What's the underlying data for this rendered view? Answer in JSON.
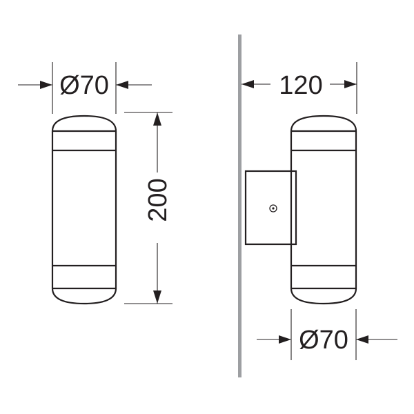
{
  "dimensions": {
    "front_diameter": "Ø70",
    "front_height": "200",
    "side_depth": "120",
    "side_diameter": "Ø70"
  },
  "colors": {
    "line": "#231f20",
    "wall": "#9d9fa2",
    "background": "#ffffff"
  }
}
